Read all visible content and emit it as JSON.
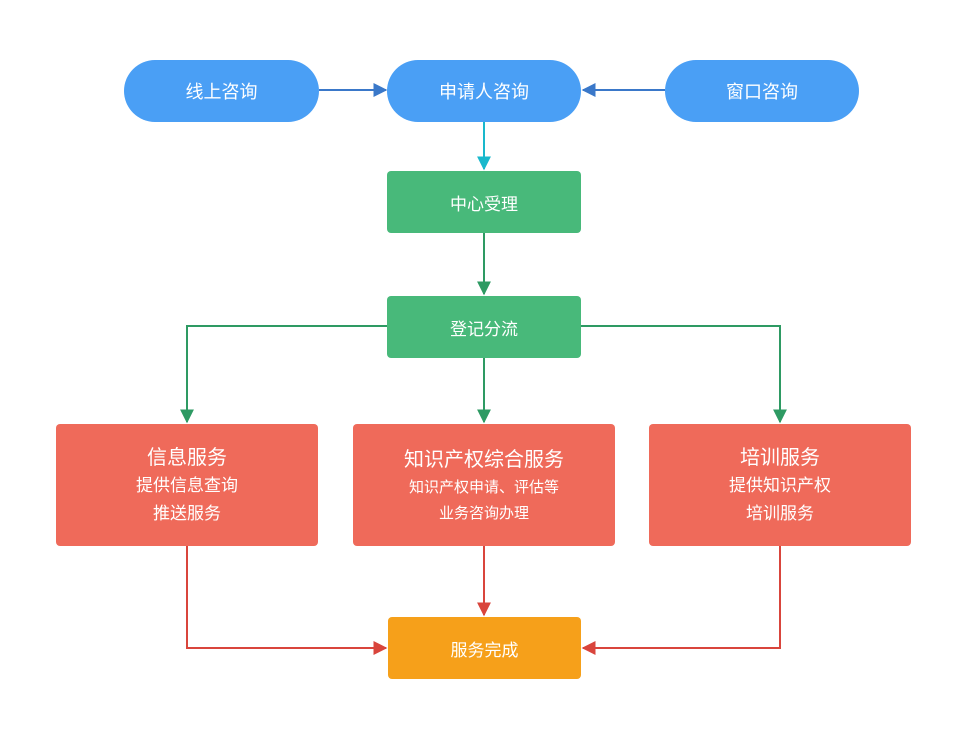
{
  "colors": {
    "pill": "#4a9ff5",
    "green": "#48b97a",
    "red": "#ef6a5a",
    "orange": "#f6a01a",
    "arrow_blue": "#3a78c9",
    "arrow_cyan": "#19b8cc",
    "arrow_green": "#2e9a63",
    "arrow_red": "#d9453c"
  },
  "nodes": {
    "online": "线上咨询",
    "applicant": "申请人咨询",
    "window": "窗口咨询",
    "center": "中心受理",
    "register": "登记分流",
    "info": {
      "title": "信息服务",
      "line1": "提供信息查询",
      "line2": "推送服务"
    },
    "ip": {
      "title": "知识产权综合服务",
      "line1": "知识产权申请、评估等",
      "line2": "业务咨询办理"
    },
    "training": {
      "title": "培训服务",
      "line1": "提供知识产权",
      "line2": "培训服务"
    },
    "done": "服务完成"
  }
}
